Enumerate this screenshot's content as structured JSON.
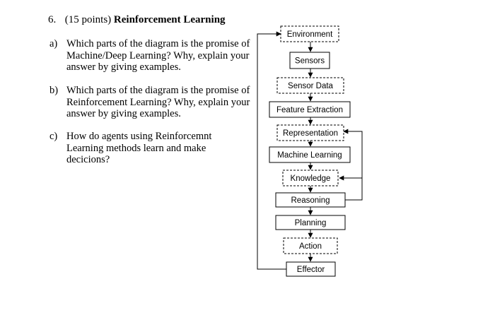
{
  "question": {
    "number": "6.",
    "points": "(15 points)",
    "title": "Reinforcement Learning"
  },
  "subquestions": [
    {
      "letter": "a)",
      "text": "Which parts of the diagram is the promise of Machine/Deep Learning? Why, explain your answer by giving examples."
    },
    {
      "letter": "b)",
      "text": "Which parts of the diagram is the promise of Reinforcement Learning? Why, explain your answer by giving examples."
    },
    {
      "letter": "c)",
      "text": "How do agents using Reinforcemnt Learning methods learn and make decicions?"
    }
  ],
  "diagram": {
    "boxes": [
      {
        "label": "Environment",
        "border": "dashed"
      },
      {
        "label": "Sensors",
        "border": "solid"
      },
      {
        "label": "Sensor Data",
        "border": "dashed"
      },
      {
        "label": "Feature Extraction",
        "border": "solid"
      },
      {
        "label": "Representation",
        "border": "dashed"
      },
      {
        "label": "Machine Learning",
        "border": "solid"
      },
      {
        "label": "Knowledge",
        "border": "dashed"
      },
      {
        "label": "Reasoning",
        "border": "solid"
      },
      {
        "label": "Planning",
        "border": "solid"
      },
      {
        "label": "Action",
        "border": "dashed"
      },
      {
        "label": "Effector",
        "border": "solid"
      }
    ],
    "line_color": "#000000"
  }
}
